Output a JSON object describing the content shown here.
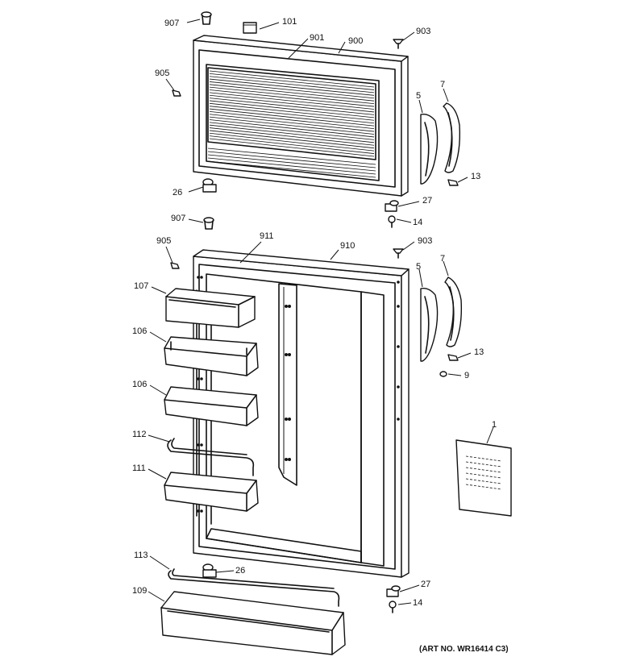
{
  "callouts": [
    {
      "id": "c-907-top",
      "text": "907"
    },
    {
      "id": "c-101",
      "text": "101"
    },
    {
      "id": "c-901",
      "text": "901"
    },
    {
      "id": "c-900",
      "text": "900"
    },
    {
      "id": "c-903-top",
      "text": "903"
    },
    {
      "id": "c-905-top",
      "text": "905"
    },
    {
      "id": "c-7-top",
      "text": "7"
    },
    {
      "id": "c-5-top",
      "text": "5"
    },
    {
      "id": "c-13-top",
      "text": "13"
    },
    {
      "id": "c-26-top",
      "text": "26"
    },
    {
      "id": "c-27-top",
      "text": "27"
    },
    {
      "id": "c-14-top",
      "text": "14"
    },
    {
      "id": "c-907-bot",
      "text": "907"
    },
    {
      "id": "c-905-bot",
      "text": "905"
    },
    {
      "id": "c-911",
      "text": "911"
    },
    {
      "id": "c-910",
      "text": "910"
    },
    {
      "id": "c-903-bot",
      "text": "903"
    },
    {
      "id": "c-107",
      "text": "107"
    },
    {
      "id": "c-106-a",
      "text": "106"
    },
    {
      "id": "c-106-b",
      "text": "106"
    },
    {
      "id": "c-112",
      "text": "112"
    },
    {
      "id": "c-111",
      "text": "111"
    },
    {
      "id": "c-113",
      "text": "113"
    },
    {
      "id": "c-109",
      "text": "109"
    },
    {
      "id": "c-26-bot",
      "text": "26"
    },
    {
      "id": "c-5-bot",
      "text": "5"
    },
    {
      "id": "c-7-bot",
      "text": "7"
    },
    {
      "id": "c-13-bot",
      "text": "13"
    },
    {
      "id": "c-9",
      "text": "9"
    },
    {
      "id": "c-1",
      "text": "1"
    },
    {
      "id": "c-27-bot",
      "text": "27"
    },
    {
      "id": "c-14-bot",
      "text": "14"
    }
  ],
  "art_number": "(ART NO. WR16414 C3)"
}
